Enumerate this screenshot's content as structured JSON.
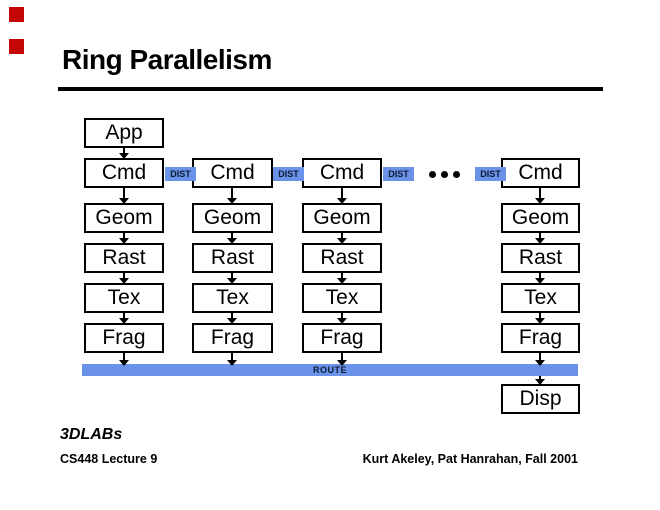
{
  "slide": {
    "title": "Ring Parallelism",
    "logo": "3DLABs",
    "footer_left": "CS448 Lecture 9",
    "footer_right": "Kurt Akeley, Pat Hanrahan, Fall 2001"
  },
  "diagram": {
    "columns": [
      {
        "name": "pipeline-1",
        "stages": [
          "App",
          "Cmd",
          "Geom",
          "Rast",
          "Tex",
          "Frag"
        ]
      },
      {
        "name": "pipeline-2",
        "stages": [
          "Cmd",
          "Geom",
          "Rast",
          "Tex",
          "Frag"
        ]
      },
      {
        "name": "pipeline-3",
        "stages": [
          "Cmd",
          "Geom",
          "Rast",
          "Tex",
          "Frag"
        ]
      },
      {
        "name": "pipeline-4",
        "stages": [
          "Cmd",
          "Geom",
          "Rast",
          "Tex",
          "Frag",
          "Disp"
        ]
      }
    ],
    "dist_badges": [
      "DIST",
      "DIST",
      "DIST",
      "DIST"
    ],
    "route_label": "ROUTE",
    "ellipsis_dots": 3,
    "colors": {
      "accent_blue": "#6a92e8",
      "marker_red": "#c40606",
      "box_border": "#000000",
      "text": "#000000"
    }
  }
}
